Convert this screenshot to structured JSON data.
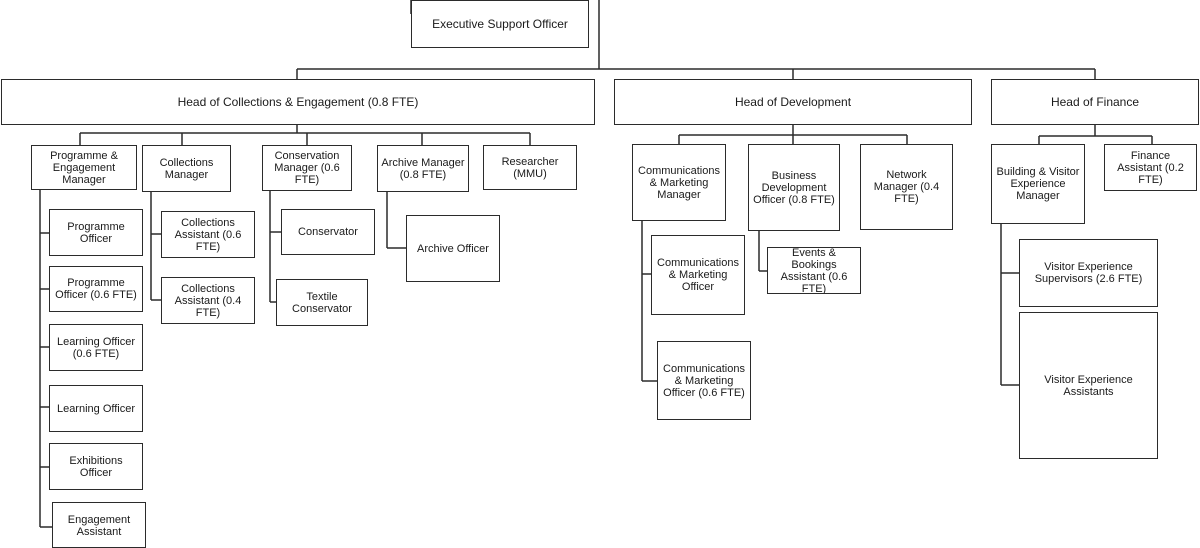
{
  "org": {
    "executive_support": "Executive Support Officer",
    "head_collections": "Head of Collections & Engagement (0.8 FTE)",
    "head_development": "Head of Development",
    "head_finance": "Head of Finance",
    "programme_manager": "Programme & Engagement Manager",
    "programme_officer": "Programme Officer",
    "programme_officer_06": "Programme Officer (0.6 FTE)",
    "learning_officer_06": "Learning Officer (0.6 FTE)",
    "learning_officer": "Learning Officer",
    "exhibitions_officer": "Exhibitions Officer",
    "engagement_assistant": "Engagement Assistant",
    "collections_manager": "Collections Manager",
    "collections_assistant_06": "Collections Assistant (0.6 FTE)",
    "collections_assistant_04": "Collections Assistant (0.4 FTE)",
    "conservation_manager": "Conservation Manager (0.6 FTE)",
    "conservator": "Conservator",
    "textile_conservator": "Textile Conservator",
    "archive_manager": "Archive Manager (0.8 FTE)",
    "archive_officer": "Archive Officer",
    "researcher": "Researcher (MMU)",
    "comms_manager": "Communications & Marketing Manager",
    "comms_officer": "Communications & Marketing Officer",
    "comms_officer_06": "Communications & Marketing Officer (0.6 FTE)",
    "business_dev_officer": "Business Development Officer (0.8 FTE)",
    "events_assistant": "Events & Bookings Assistant (0.6 FTE)",
    "network_manager": "Network Manager (0.4 FTE)",
    "building_manager": "Building & Visitor Experience Manager",
    "finance_assistant": "Finance Assistant (0.2 FTE)",
    "vx_supervisors": "Visitor Experience Supervisors (2.6 FTE)",
    "vx_assistants": "Visitor Experience Assistants"
  }
}
